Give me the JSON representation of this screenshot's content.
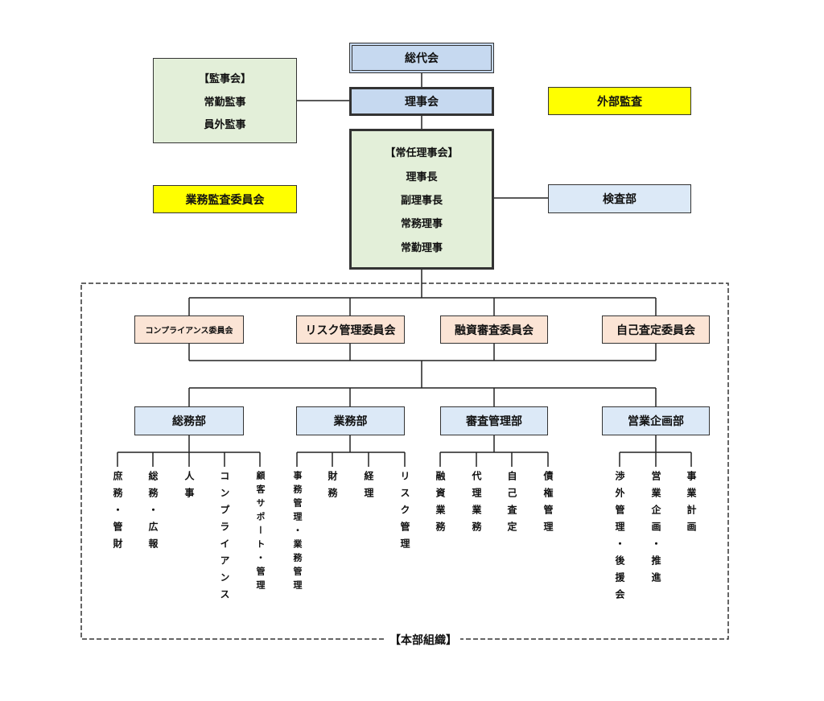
{
  "top": {
    "general_assembly": "総代会",
    "board": "理事会",
    "auditors": {
      "title": "【監事会】",
      "items": [
        "常勤監事",
        "員外監事"
      ]
    },
    "external_audit": "外部監査",
    "business_audit_committee": "業務監査委員会",
    "executive_board": {
      "title": "【常任理事会】",
      "items": [
        "理事長",
        "副理事長",
        "常務理事",
        "常勤理事"
      ]
    },
    "inspection_dept": "検査部"
  },
  "committees": [
    "コンプライアンス委員会",
    "リスク管理委員会",
    "融資審査委員会",
    "自己査定委員会"
  ],
  "departments": [
    {
      "name": "総務部",
      "functions": [
        "庶務・管財",
        "総務・広報",
        "人事",
        "コンプライアンス",
        "顧客サポート・管理"
      ]
    },
    {
      "name": "業務部",
      "functions": [
        "事務管理・業務管理",
        "財務",
        "経理",
        "リスク管理"
      ]
    },
    {
      "name": "審査管理部",
      "functions": [
        "融資業務",
        "代理業務",
        "自己査定",
        "債権管理"
      ]
    },
    {
      "name": "営業企画部",
      "functions": [
        "渉外管理・後援会",
        "営業企画・推進",
        "事業計画"
      ]
    }
  ],
  "frame_label": "【本部組織】",
  "colors": {
    "blue": "#c6d9f0",
    "green": "#e3efd9",
    "yellow": "#ffff00",
    "peach": "#fbe4d5",
    "lightblue": "#dce9f7"
  }
}
